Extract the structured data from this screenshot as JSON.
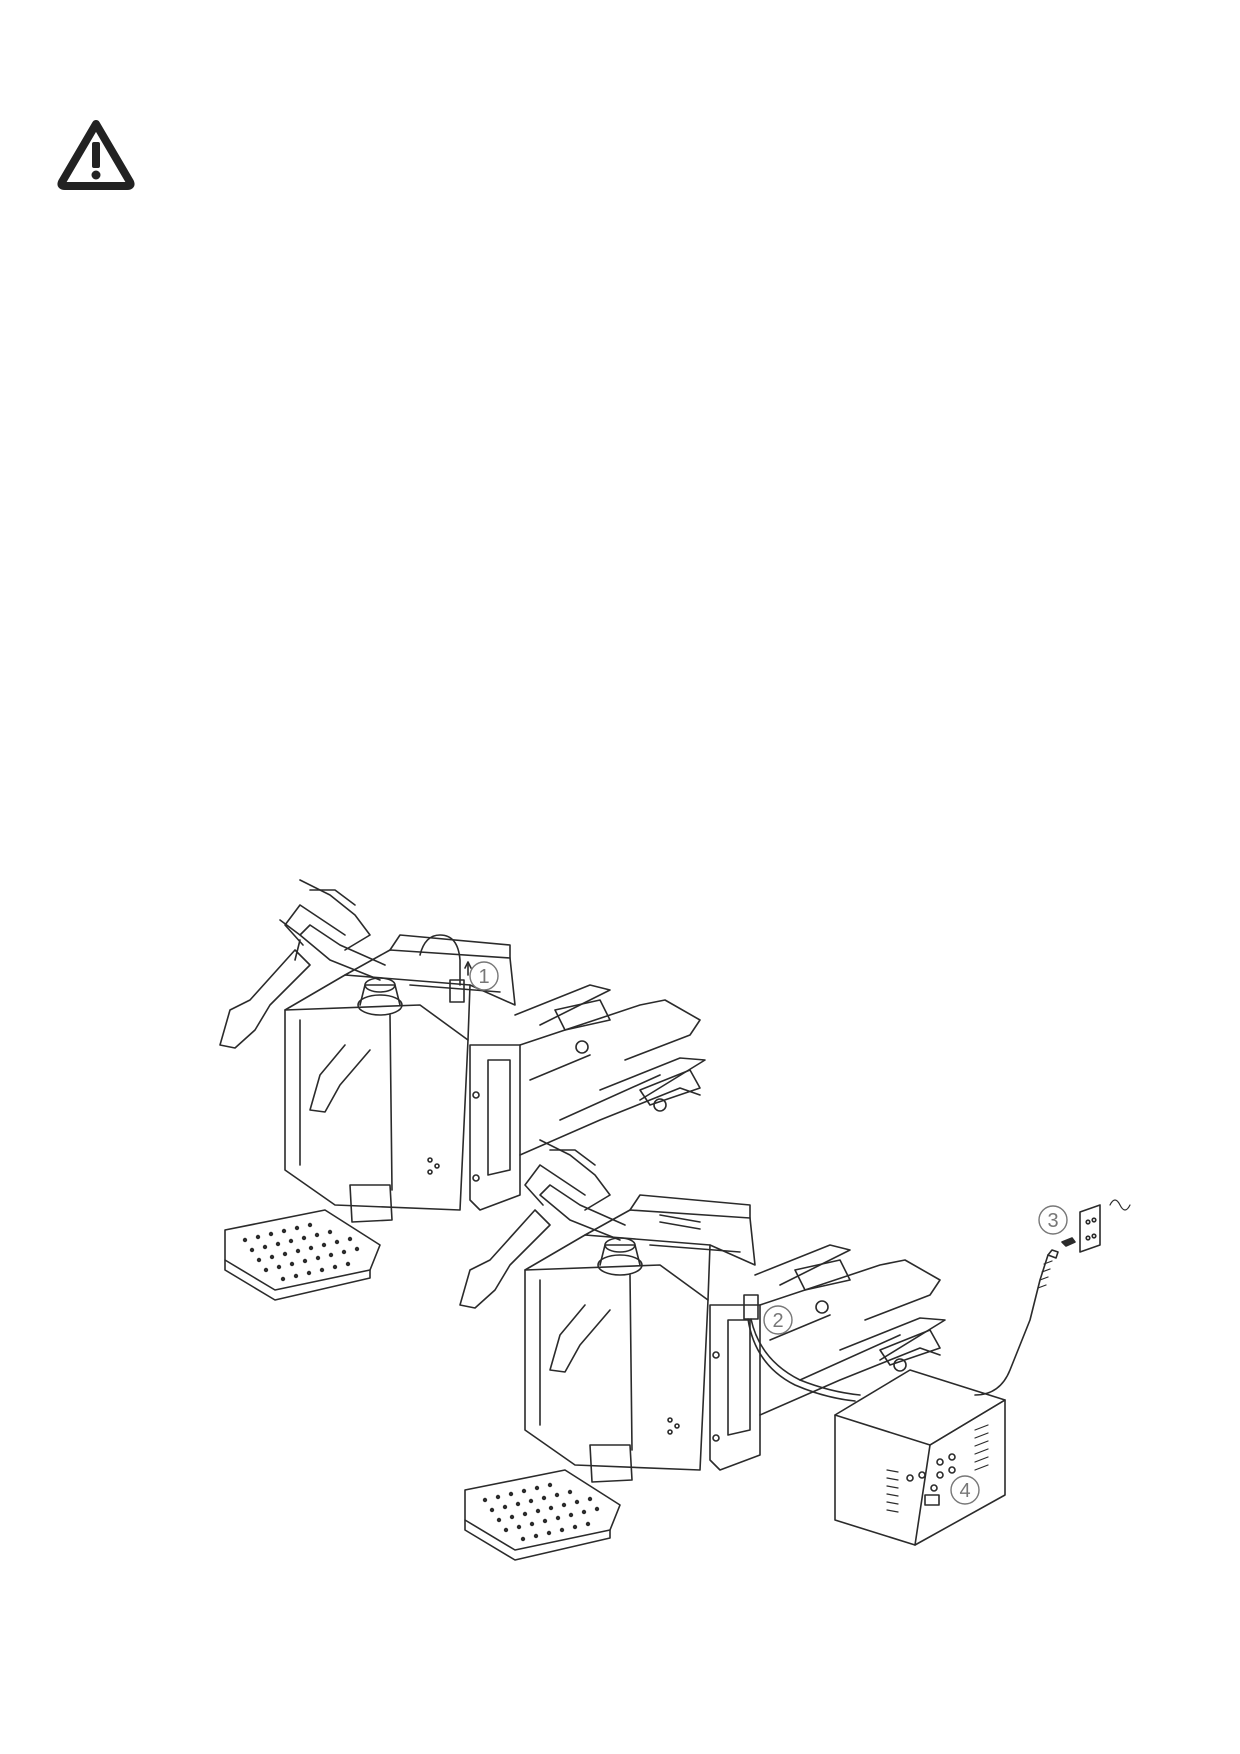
{
  "document": {
    "icons": {
      "warning": "warning-triangle-icon"
    },
    "callouts": {
      "c1": "1",
      "c2": "2",
      "c3": "3",
      "c4": "4"
    },
    "colors": {
      "line": "#2b2b2b",
      "callout": "#777777"
    }
  }
}
